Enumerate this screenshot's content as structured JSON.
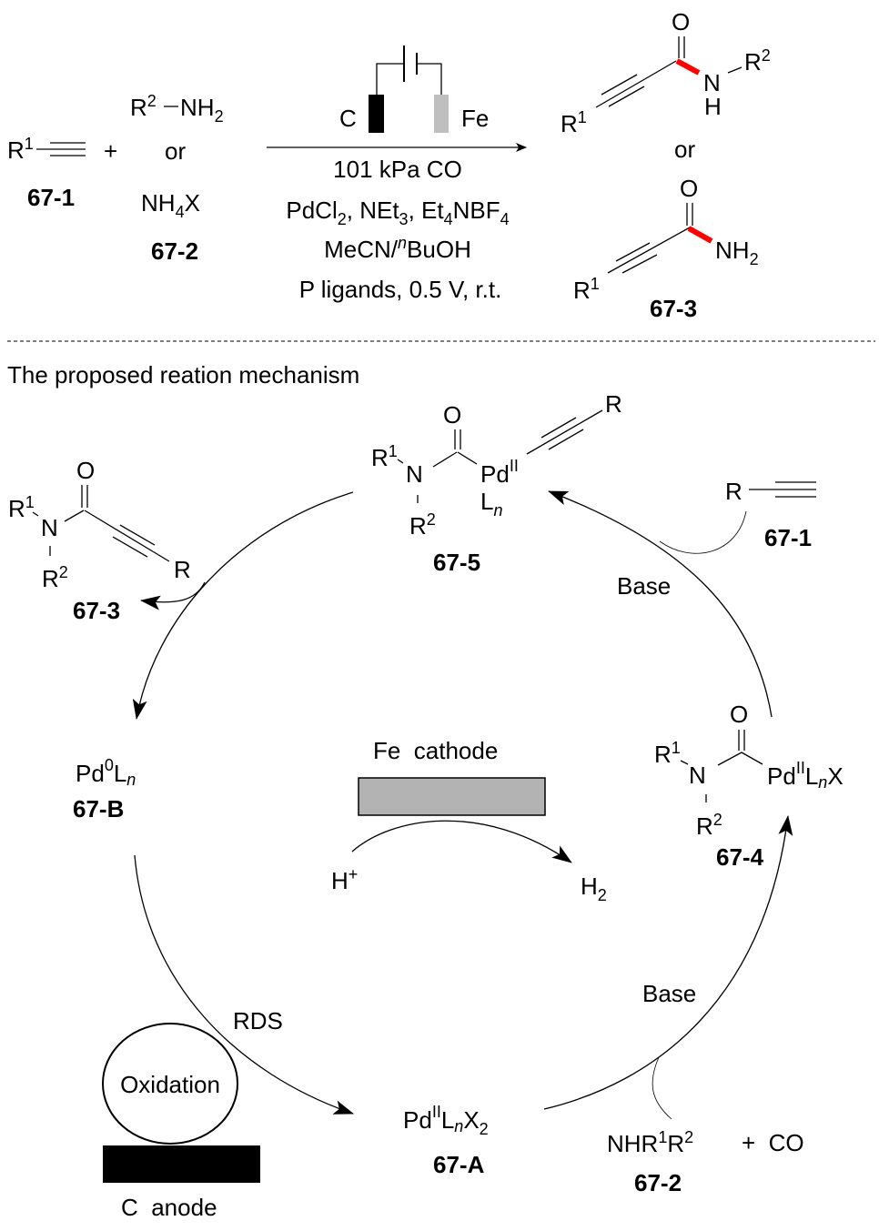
{
  "colors": {
    "highlight_bond": "#ff0000",
    "cathode_fill": "#b3b3b3",
    "anode_fill": "#000000",
    "fe_electrode": "#bfbfbf"
  },
  "reaction": {
    "reactant1": {
      "r": "R",
      "r_sup": "1",
      "label": "67-1"
    },
    "plus": "+",
    "reactant2": {
      "amine_r": "R",
      "amine_r_sup": "2",
      "amine_group": "NH",
      "amine_sub": "2",
      "or": "or",
      "ammonium": "NH",
      "ammonium_sub": "4",
      "ammonium_x": "X",
      "label": "67-2"
    },
    "electrodes": {
      "anode": "C",
      "cathode": "Fe"
    },
    "conditions": {
      "line1": "101 kPa CO",
      "line2_parts": [
        "PdCl",
        "2",
        ", NEt",
        "3",
        ", Et",
        "4",
        "NBF",
        "4"
      ],
      "line3_pre": "MeCN/",
      "line3_sup": "n",
      "line3_post": "BuOH",
      "line4": "P ligands, 0.5 V, r.t."
    },
    "product1": {
      "o": "O",
      "r1": "R",
      "r1_sup": "1",
      "n": "N",
      "h": "H",
      "r2": "R",
      "r2_sup": "2"
    },
    "or": "or",
    "product2": {
      "o": "O",
      "r1": "R",
      "r1_sup": "1",
      "nh": "NH",
      "nh_sub": "2",
      "label": "67-3"
    }
  },
  "mechanism": {
    "title": "The proposed reation mechanism",
    "int_67_5": {
      "o": "O",
      "r1": "R",
      "r1_sup": "1",
      "n": "N",
      "r2": "R",
      "r2_sup": "2",
      "pd": "Pd",
      "pd_sup": "II",
      "l": "L",
      "l_sub": "n",
      "r": "R",
      "label": "67-5"
    },
    "prod_67_3": {
      "o": "O",
      "r1": "R",
      "r1_sup": "1",
      "n": "N",
      "r2": "R",
      "r2_sup": "2",
      "r": "R",
      "label": "67-3"
    },
    "alkyne_67_1": {
      "r": "R",
      "label": "67-1"
    },
    "base_top": "Base",
    "pd0": {
      "pd": "Pd",
      "sup": "0",
      "l": "L",
      "sub": "n",
      "label": "67-B"
    },
    "cathode": {
      "label": "Fe  cathode",
      "h_plus": "H",
      "h_plus_sup": "+",
      "h2": "H",
      "h2_sub": "2"
    },
    "int_67_4": {
      "o": "O",
      "r1": "R",
      "r1_sup": "1",
      "n": "N",
      "r2": "R",
      "r2_sup": "2",
      "pd": "Pd",
      "pd_sup": "II",
      "l": "L",
      "l_sub": "n",
      "x": "X",
      "label": "67-4"
    },
    "rds": "RDS",
    "oxidation": "Oxidation",
    "anode_label": "C  anode",
    "pd2": {
      "pd": "Pd",
      "sup": "II",
      "l": "L",
      "l_sub": "n",
      "x": "X",
      "x_sub": "2",
      "label": "67-A"
    },
    "base_bottom": "Base",
    "amine": {
      "pre": "NHR",
      "sup1": "1",
      "mid": "R",
      "sup2": "2",
      "plus_co": "+  CO",
      "label": "67-2"
    }
  }
}
